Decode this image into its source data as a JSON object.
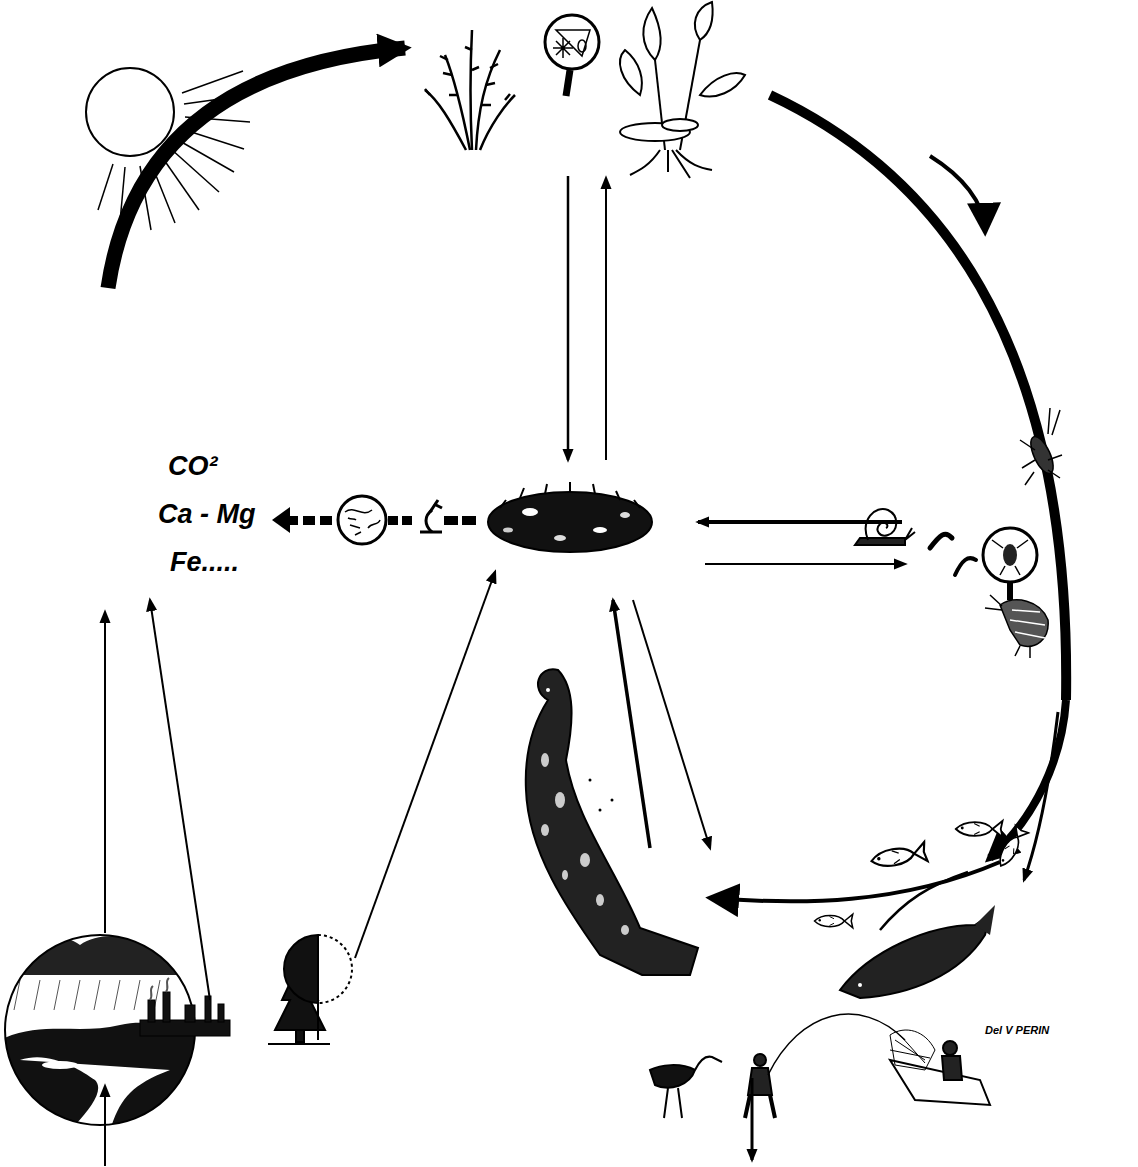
{
  "diagram": {
    "labels": [
      "CO²",
      "Ca - Mg",
      "Fe.....",
      "Del V PERIN"
    ]
  }
}
